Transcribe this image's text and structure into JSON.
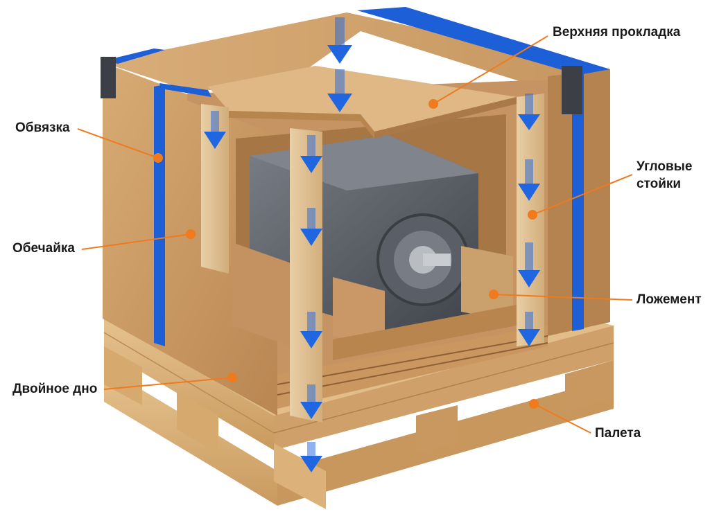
{
  "labels": {
    "top_pad": "Верхняя прокладка",
    "strap": "Обвязка",
    "corner_posts_1": "Угловые",
    "corner_posts_2": "стойки",
    "sleeve": "Обечайка",
    "cradle": "Ложемент",
    "double_bottom": "Двойное дно",
    "pallet": "Палета"
  },
  "colors": {
    "callout": "#f07a1e",
    "arrow": "#1f66e0",
    "strap": "#1d5fd6",
    "cardboard": "#c99a64",
    "cardboard_dark": "#a9794a",
    "wood": "#dcb47e",
    "metal": "#5b6068"
  },
  "icons": [
    "down-arrow-icon"
  ]
}
